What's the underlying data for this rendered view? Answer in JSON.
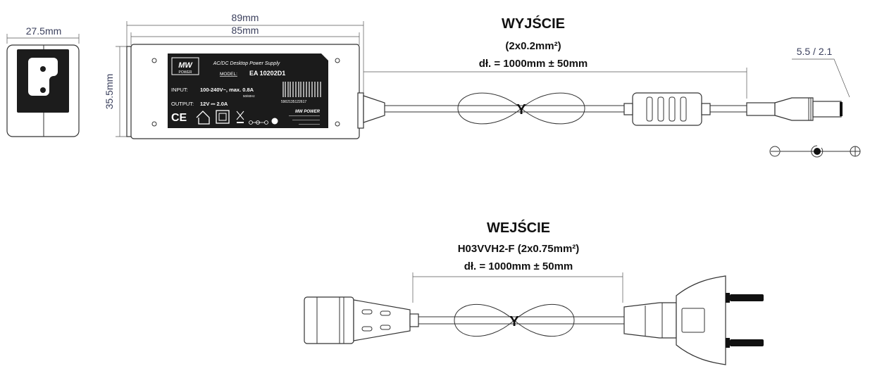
{
  "dimensions": {
    "front_width": "27.5mm",
    "body_length_outer": "89mm",
    "body_length_inner": "85mm",
    "body_height": "35.5mm",
    "plug_size": "5.5 / 2.1"
  },
  "output_cable": {
    "title": "WYJŚCIE",
    "spec": "(2x0.2mm²)",
    "length": "dł. = 1000mm ± 50mm",
    "marker": "Y"
  },
  "input_cable": {
    "title": "WEJŚCIE",
    "spec": "H03VVH2-F (2x0.75mm²)",
    "length": "dł. = 1000mm ± 50mm",
    "marker": "Y"
  },
  "label": {
    "brand": "MW POWER",
    "product": "AC/DC Desktop Power Supply",
    "model_label": "MODEL:",
    "model": "EA 10202D1",
    "input_label": "INPUT:",
    "input_value": "100-240V~, max. 0.8A",
    "input_freq": "50/60Hz",
    "output_label": "OUTPUT:",
    "output_value": "12V ⎓ 2.0A",
    "barcode": "5902135122617",
    "ce": "CE",
    "company": "MW POWER"
  }
}
